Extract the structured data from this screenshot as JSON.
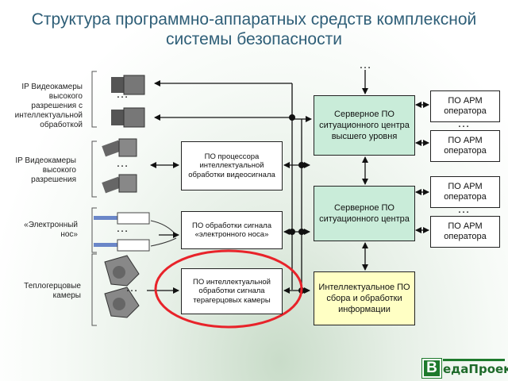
{
  "title": "Структура программно-аппаратных средств комплексной системы безопасности",
  "ellipsis": "…",
  "devices": {
    "ip_cam_ai": "IP Видеокамеры высокого разрешения с интеллектуальной обработкой",
    "ip_cam_hr": "IP Видеокамеры высокого разрешения",
    "e_nose": "«Электронный нос»",
    "thermal": "Теплогерцовые камеры"
  },
  "software": {
    "video_ai": "ПО процессора интеллектуальной обработки видеосигнала",
    "nose_proc": "ПО обработки сигнала «электронного носа»",
    "thermal_proc": "ПО интеллектуальной обработки сигнала терагерцовых камеры"
  },
  "servers": {
    "top": "Серверное ПО ситуационного центра высшего уровня",
    "center": "Серверное ПО ситуационного центра",
    "ai": "Интеллектуальное ПО сбора и обработки информации"
  },
  "arm": [
    "ПО АРМ оператора",
    "ПО АРМ оператора",
    "ПО АРМ оператора",
    "ПО АРМ оператора"
  ],
  "logo": {
    "letter": "В",
    "text": "едаПроект"
  },
  "colors": {
    "server_fill": "#c9ecd9",
    "ai_fill": "#ffffc4",
    "highlight": "#e8232a",
    "brand": "#1e7a2c"
  }
}
